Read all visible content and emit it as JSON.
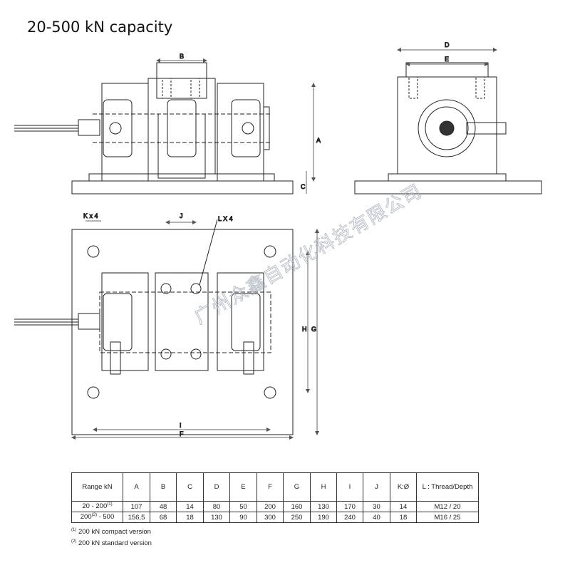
{
  "title": "20-500 kN capacity",
  "dimension_labels": {
    "A": "A",
    "B": "B",
    "C": "C",
    "D": "D",
    "E": "E",
    "F": "F",
    "G": "G",
    "H": "H",
    "I": "I",
    "J": "J",
    "K": "K x 4",
    "L": "L X 4"
  },
  "table": {
    "headers": [
      "Range kN",
      "A",
      "B",
      "C",
      "D",
      "E",
      "F",
      "G",
      "H",
      "I",
      "J",
      "K:Ø",
      "L : Thread/Depth"
    ],
    "rows": [
      {
        "range": "20 - 200",
        "range_sup": "(1)",
        "range_suffix": "",
        "values": [
          "107",
          "48",
          "14",
          "80",
          "50",
          "200",
          "160",
          "130",
          "170",
          "30",
          "14",
          "M12 / 20"
        ]
      },
      {
        "range": "200",
        "range_sup": "(2)",
        "range_suffix": " - 500",
        "values": [
          "156,5",
          "68",
          "18",
          "130",
          "90",
          "300",
          "250",
          "190",
          "240",
          "40",
          "18",
          "M16 / 25"
        ]
      }
    ]
  },
  "footnotes": [
    {
      "mark": "(1)",
      "text": " 200 kN compact version"
    },
    {
      "mark": "(2)",
      "text": " 200 kN standard version"
    }
  ],
  "watermark": "广州众鑫自动化科技有限公司"
}
